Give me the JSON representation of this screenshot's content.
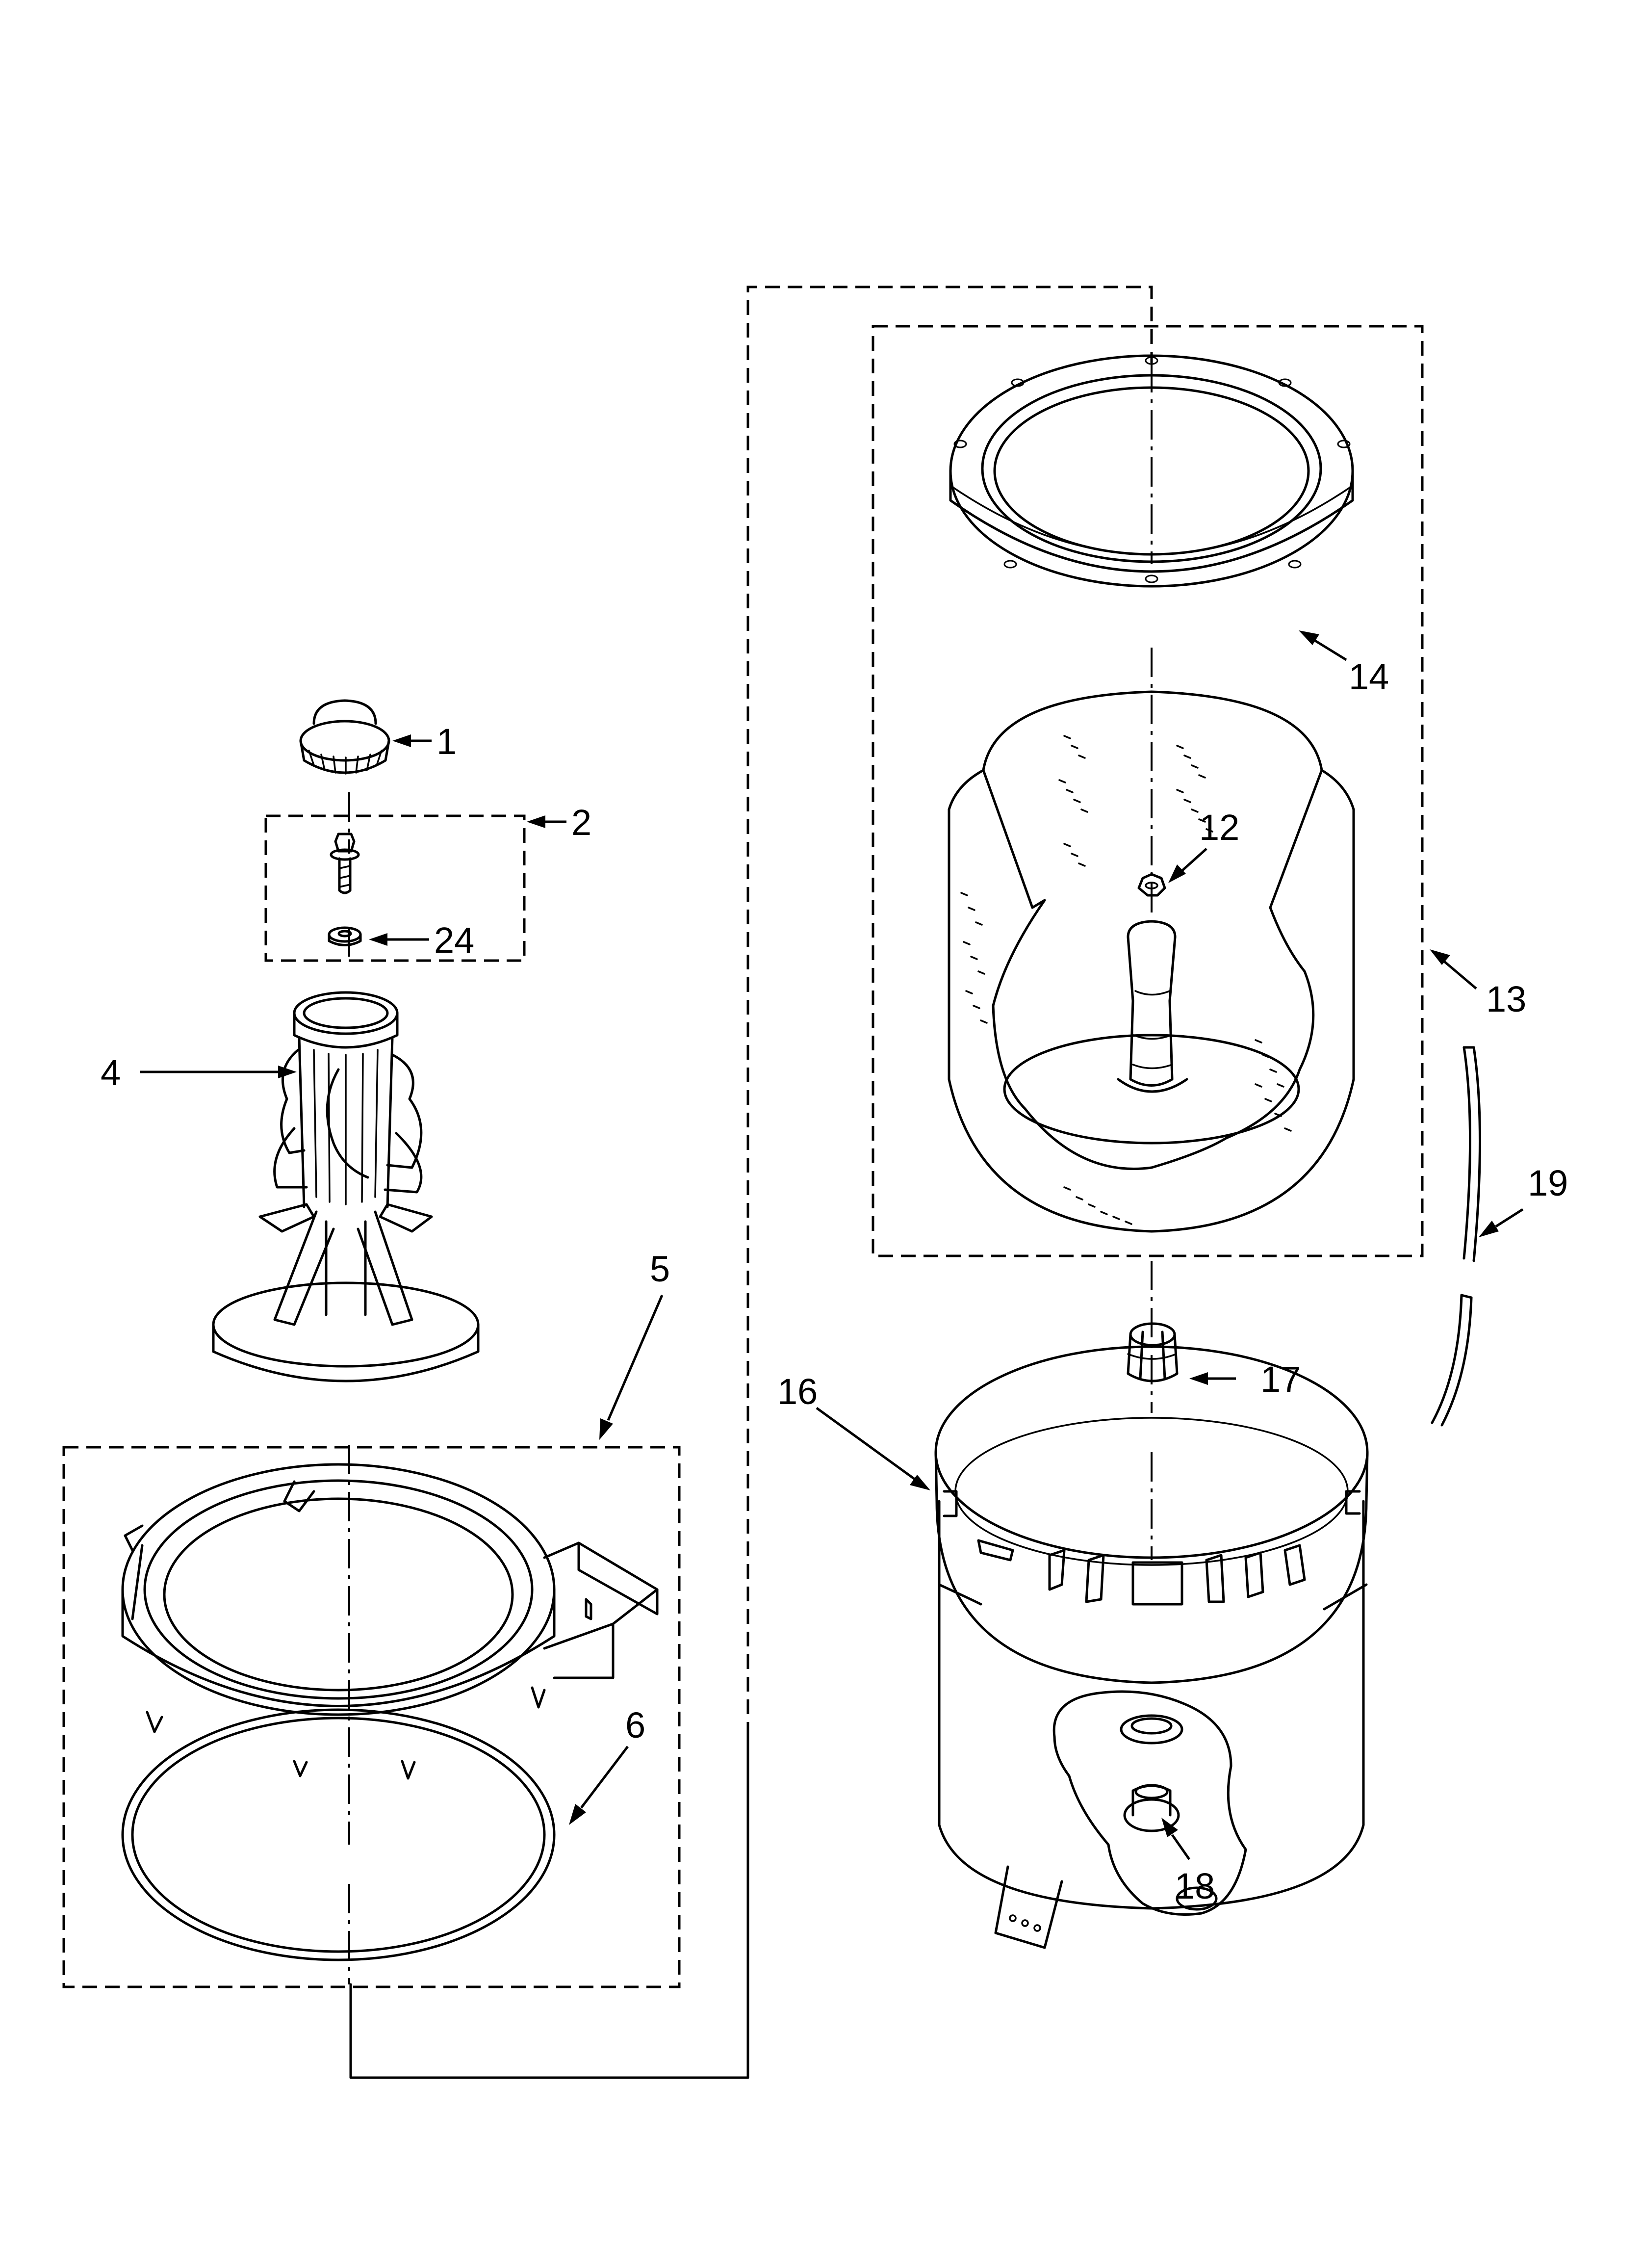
{
  "callouts": [
    {
      "id": "c1",
      "number": "1"
    },
    {
      "id": "c2",
      "number": "2"
    },
    {
      "id": "c24",
      "number": "24"
    },
    {
      "id": "c4",
      "number": "4"
    },
    {
      "id": "c5",
      "number": "5"
    },
    {
      "id": "c6",
      "number": "6"
    },
    {
      "id": "c14",
      "number": "14"
    },
    {
      "id": "c12",
      "number": "12"
    },
    {
      "id": "c13",
      "number": "13"
    },
    {
      "id": "c19",
      "number": "19"
    },
    {
      "id": "c16",
      "number": "16"
    },
    {
      "id": "c17",
      "number": "17"
    },
    {
      "id": "c18",
      "number": "18"
    }
  ]
}
